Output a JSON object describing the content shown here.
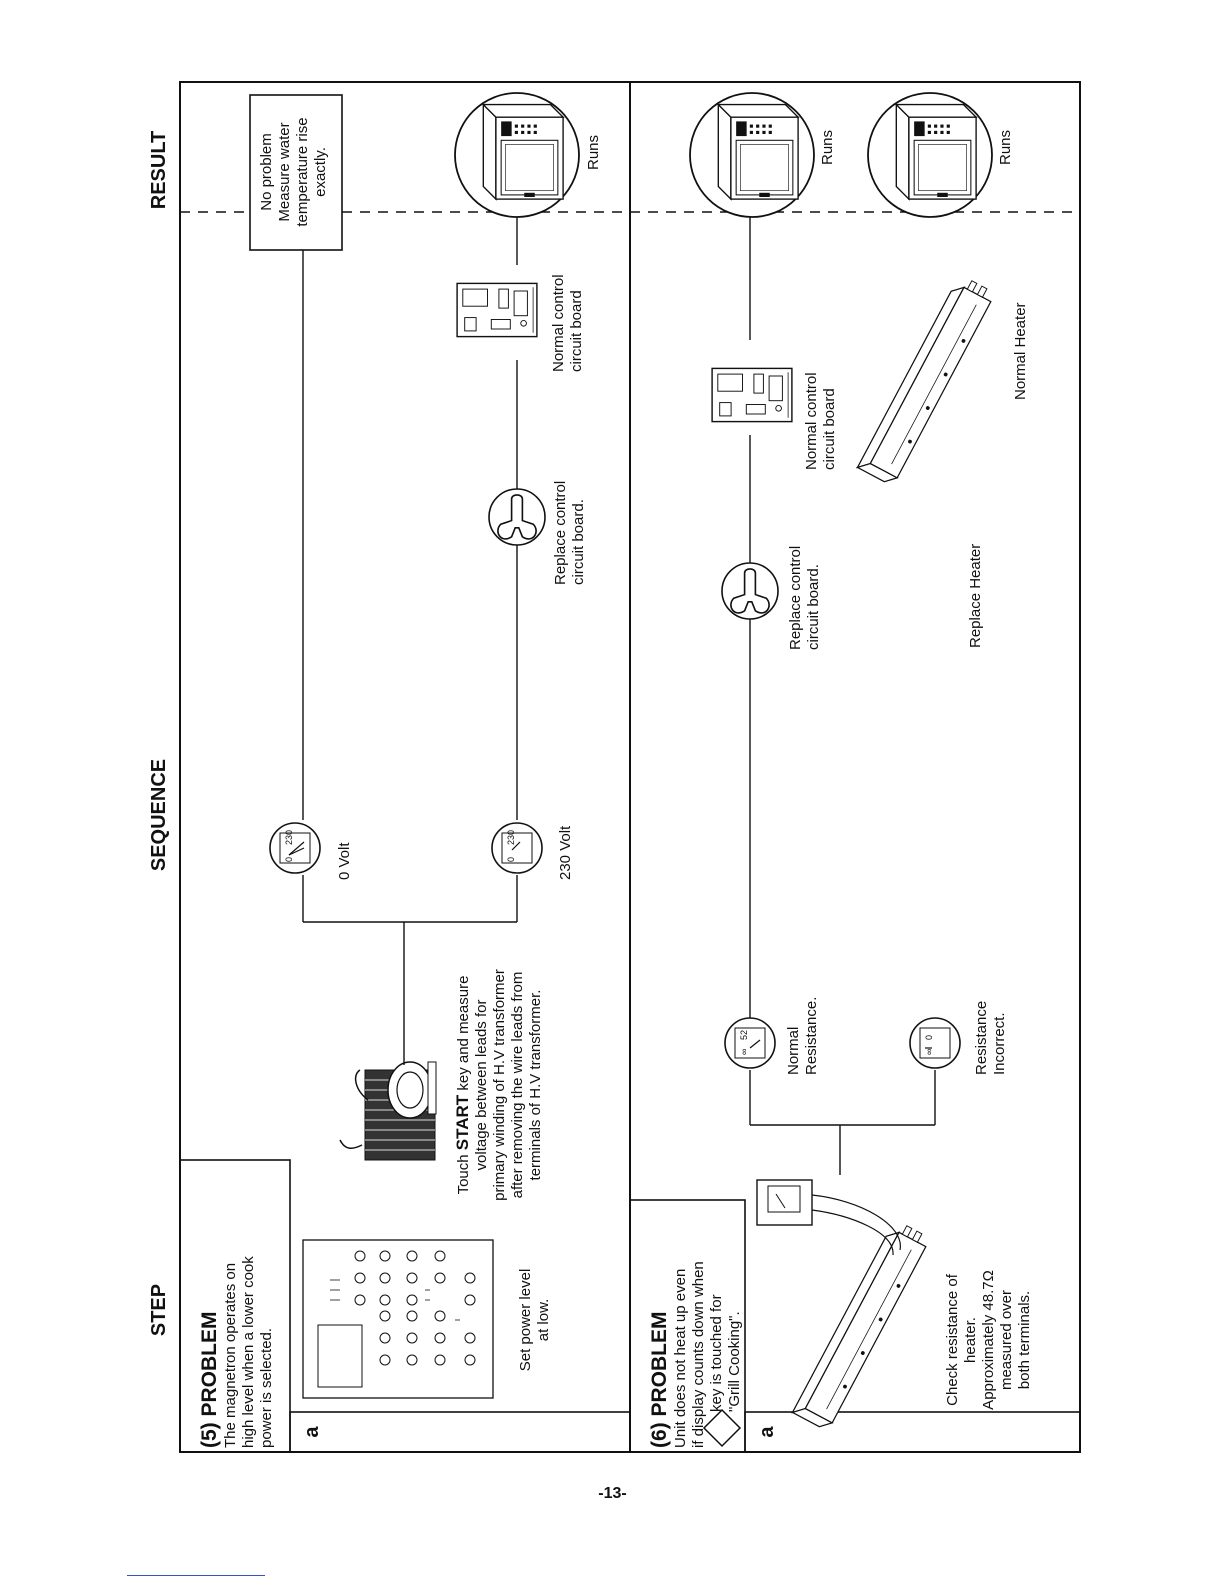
{
  "headers": {
    "step": "STEP",
    "sequence": "SEQUENCE",
    "result": "RESULT"
  },
  "problem5": {
    "title": "(5) PROBLEM",
    "desc": [
      "The magnetron operates on",
      "high level when a lower cook",
      "power is selected."
    ],
    "step_letter": "a",
    "set_power": [
      "Set power level",
      "at low."
    ],
    "touch_start": [
      "Touch",
      "START",
      " key and measure",
      "voltage between leads for",
      "primary winding of H.V transformer",
      "after removing the wire leads from",
      "terminals of H.V transformer."
    ],
    "meter_zero": {
      "scale_low": "0",
      "scale_high": "230",
      "label": "0 Volt"
    },
    "meter_230": {
      "scale_low": "0",
      "scale_high": "230",
      "label": "230 Volt"
    },
    "no_problem": [
      "No problem",
      "Measure water",
      "temperature rise",
      "exactly."
    ],
    "replace_board": [
      "Replace control",
      "circuit board."
    ],
    "normal_board": [
      "Normal control",
      "circuit board"
    ],
    "runs": "Runs"
  },
  "problem6": {
    "title": "(6) PROBLEM",
    "desc": [
      "Unit does not heat up even",
      "if display counts down when",
      "key is touched for",
      "\"Grill Cooking\"."
    ],
    "step_letter": "a",
    "check_resistance": [
      "Check resistance of",
      "heater.",
      "Approximately 48.7Ω",
      "measured over",
      "both terminals."
    ],
    "meter_normal": {
      "scale_low": "∞",
      "scale_high": "52",
      "label": [
        "Normal",
        "Resistance."
      ]
    },
    "meter_incorrect": {
      "scale_low": "∞",
      "scale_high": "0",
      "label": [
        "Resistance",
        "Incorrect."
      ]
    },
    "replace_board": [
      "Replace control",
      "circuit board."
    ],
    "normal_board": [
      "Normal control",
      "circuit board"
    ],
    "replace_heater": "Replace Heater",
    "normal_heater": "Normal Heater",
    "runs_1": "Runs",
    "runs_2": "Runs"
  },
  "page_number": "-13-"
}
